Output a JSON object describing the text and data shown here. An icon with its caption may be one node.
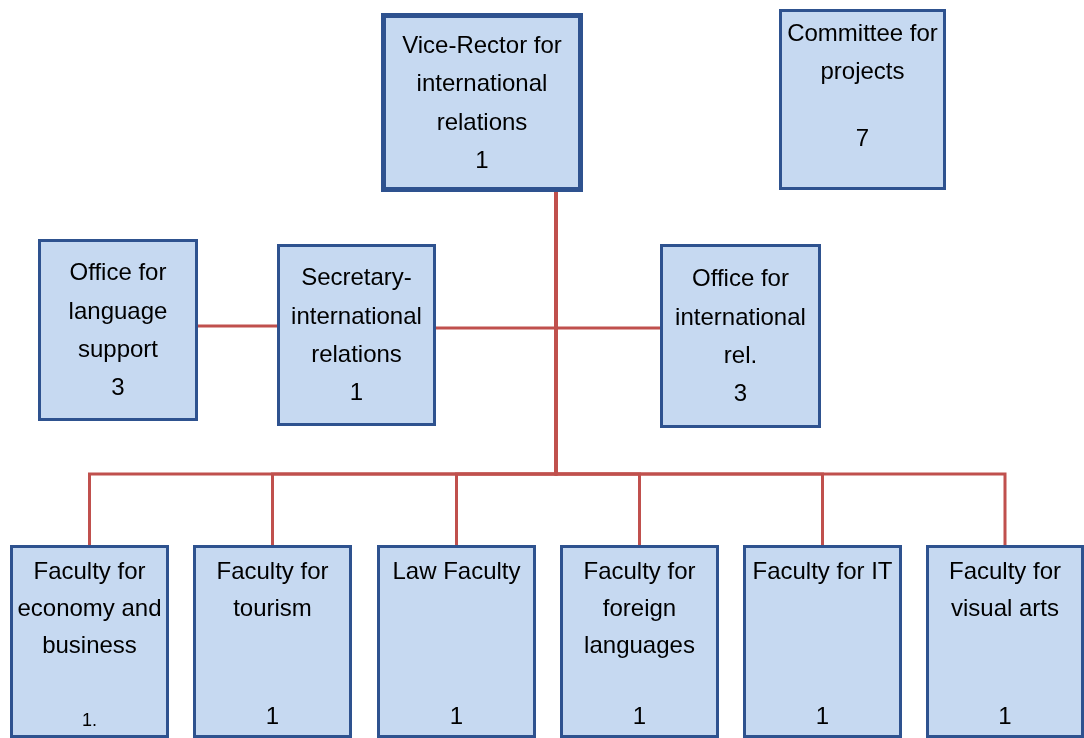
{
  "diagram": {
    "nodes": [
      {
        "text": [
          "Vice-Rector for international relations",
          "1"
        ]
      },
      {
        "text": [
          "Committee for projects",
          "7"
        ]
      },
      {
        "text": [
          "Office for language support",
          "3"
        ]
      },
      {
        "text": [
          "Secretary-international relations",
          "1"
        ]
      },
      {
        "text": [
          "Office for international rel.",
          "3"
        ]
      },
      {
        "text": [
          "Faculty for economy and business",
          "1."
        ]
      },
      {
        "text": [
          "Faculty for tourism",
          "1"
        ]
      },
      {
        "text": [
          "Law Faculty",
          "1"
        ]
      },
      {
        "text": [
          "Faculty for foreign languages",
          "1"
        ]
      },
      {
        "text": [
          "Faculty for IT",
          "1"
        ]
      },
      {
        "text": [
          "Faculty for visual arts",
          "1"
        ]
      }
    ],
    "edges": [
      {
        "from": 0,
        "to": 3,
        "arrow": "none"
      },
      {
        "from": 0,
        "to": 4,
        "arrow": "none"
      },
      {
        "from": 3,
        "to": 2,
        "arrow": "none"
      },
      {
        "from": 0,
        "to": 5,
        "arrow": "none"
      },
      {
        "from": 0,
        "to": 6,
        "arrow": "none"
      },
      {
        "from": 0,
        "to": 7,
        "arrow": "none"
      },
      {
        "from": 0,
        "to": 8,
        "arrow": "none"
      },
      {
        "from": 0,
        "to": 9,
        "arrow": "none"
      },
      {
        "from": 0,
        "to": 10,
        "arrow": "none"
      }
    ]
  }
}
